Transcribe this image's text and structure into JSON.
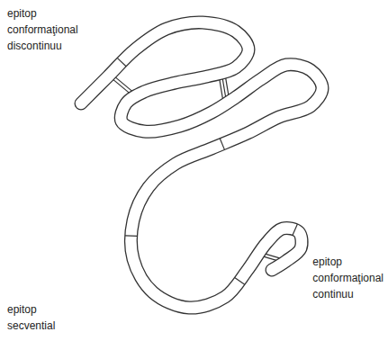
{
  "diagram": {
    "labels": [
      "epitop conformaţional discontinuu",
      "epitop conformaţional continuu",
      "epitop secvential"
    ]
  }
}
